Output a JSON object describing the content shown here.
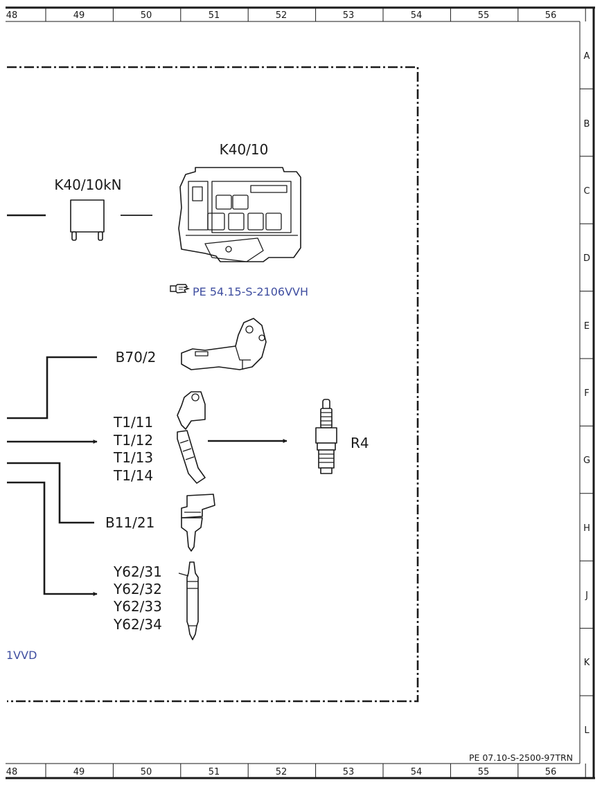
{
  "grid": {
    "columns": [
      "48",
      "49",
      "50",
      "51",
      "52",
      "53",
      "54",
      "55",
      "56"
    ],
    "rows": [
      "A",
      "B",
      "C",
      "D",
      "E",
      "F",
      "G",
      "H",
      "J",
      "K",
      "L"
    ]
  },
  "components": {
    "relay": "K40/10kN",
    "fuse_box": "K40/10",
    "fuse_box_ref": "PE 54.15-S-2106VVH",
    "camshaft_sensor": "B70/2",
    "ignition_coils": [
      "T1/11",
      "T1/12",
      "T1/13",
      "T1/14"
    ],
    "spark_plug": "R4",
    "temp_sensor": "B11/21",
    "injectors": [
      "Y62/31",
      "Y62/32",
      "Y62/33",
      "Y62/34"
    ]
  },
  "side_link": "1VVD",
  "document_ref": "PE 07.10-S-2500-97TRN",
  "icons": {
    "reference": "pointing-hand-icon"
  }
}
